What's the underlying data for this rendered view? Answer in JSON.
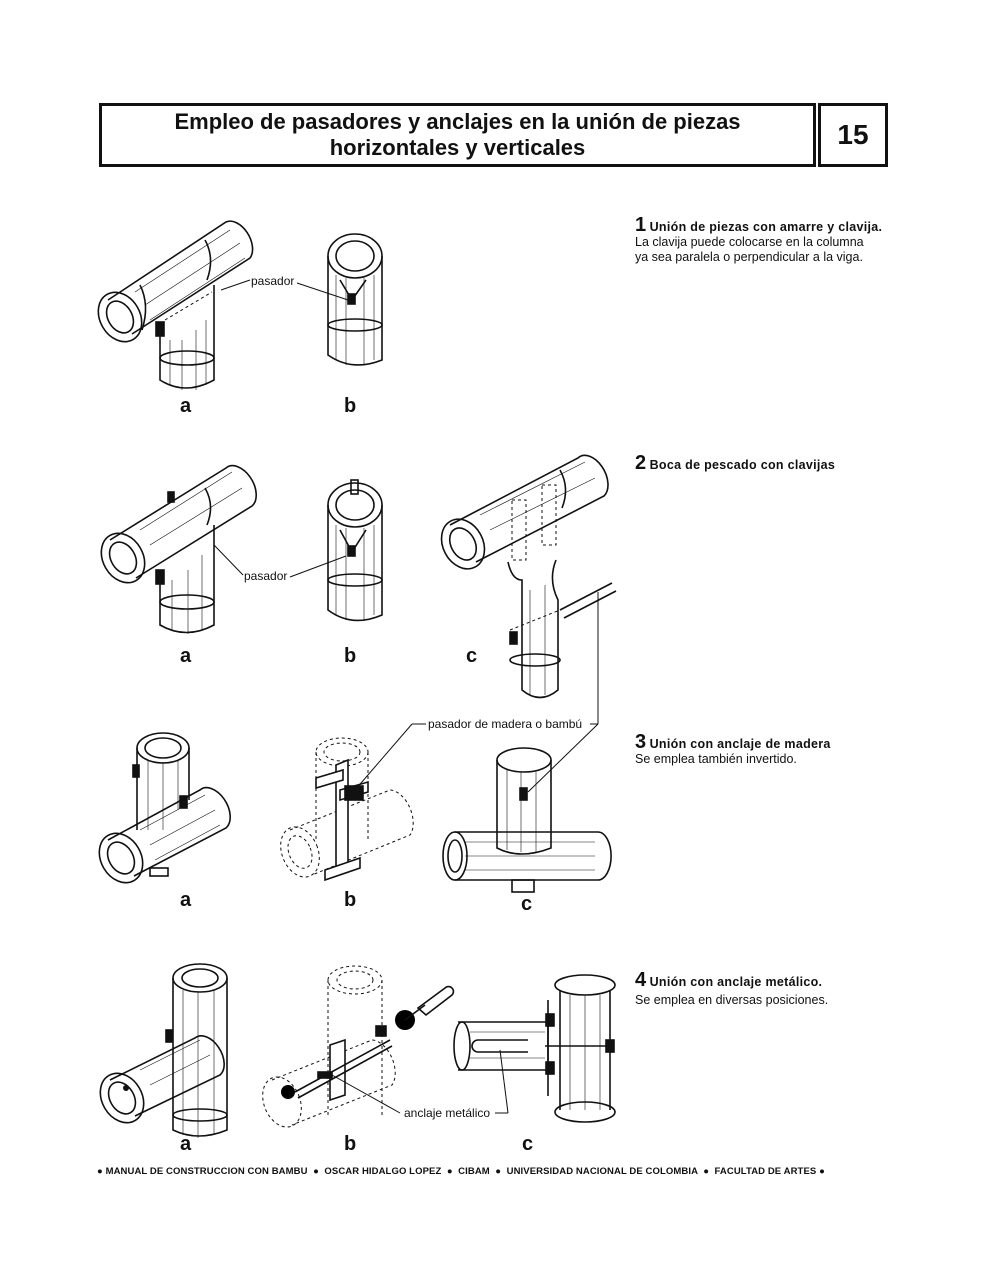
{
  "header": {
    "title_line1": "Empleo de pasadores y anclajes en la unión de piezas",
    "title_line2": "horizontales y verticales",
    "page_number": "15"
  },
  "sections": [
    {
      "number": "1",
      "title": "Unión de piezas con amarre y  clavija.",
      "body_line1": "La clavija puede colocarse en la columna",
      "body_line2": "ya sea paralela o perpendicular a la viga.",
      "labels": {
        "a": "a",
        "b": "b",
        "callout": "pasador"
      }
    },
    {
      "number": "2",
      "title": "Boca de pescado con clavijas",
      "labels": {
        "a": "a",
        "b": "b",
        "c": "c",
        "callout": "pasador"
      }
    },
    {
      "number": "3",
      "title": "Unión con anclaje de madera",
      "body_line1": "Se emplea también invertido.",
      "labels": {
        "a": "a",
        "b": "b",
        "c": "c",
        "callout": "pasador de madera o bambú"
      }
    },
    {
      "number": "4",
      "title": "Unión con anclaje metálico.",
      "body_line1": "Se emplea en diversas posiciones.",
      "labels": {
        "a": "a",
        "b": "b",
        "c": "c",
        "callout": "anclaje metálico"
      }
    }
  ],
  "footer": {
    "items": [
      "MANUAL DE CONSTRUCCION CON BAMBU",
      "OSCAR HIDALGO LOPEZ",
      "CIBAM",
      "UNIVERSIDAD NACIONAL DE COLOMBIA",
      "FACULTAD DE ARTES"
    ]
  }
}
